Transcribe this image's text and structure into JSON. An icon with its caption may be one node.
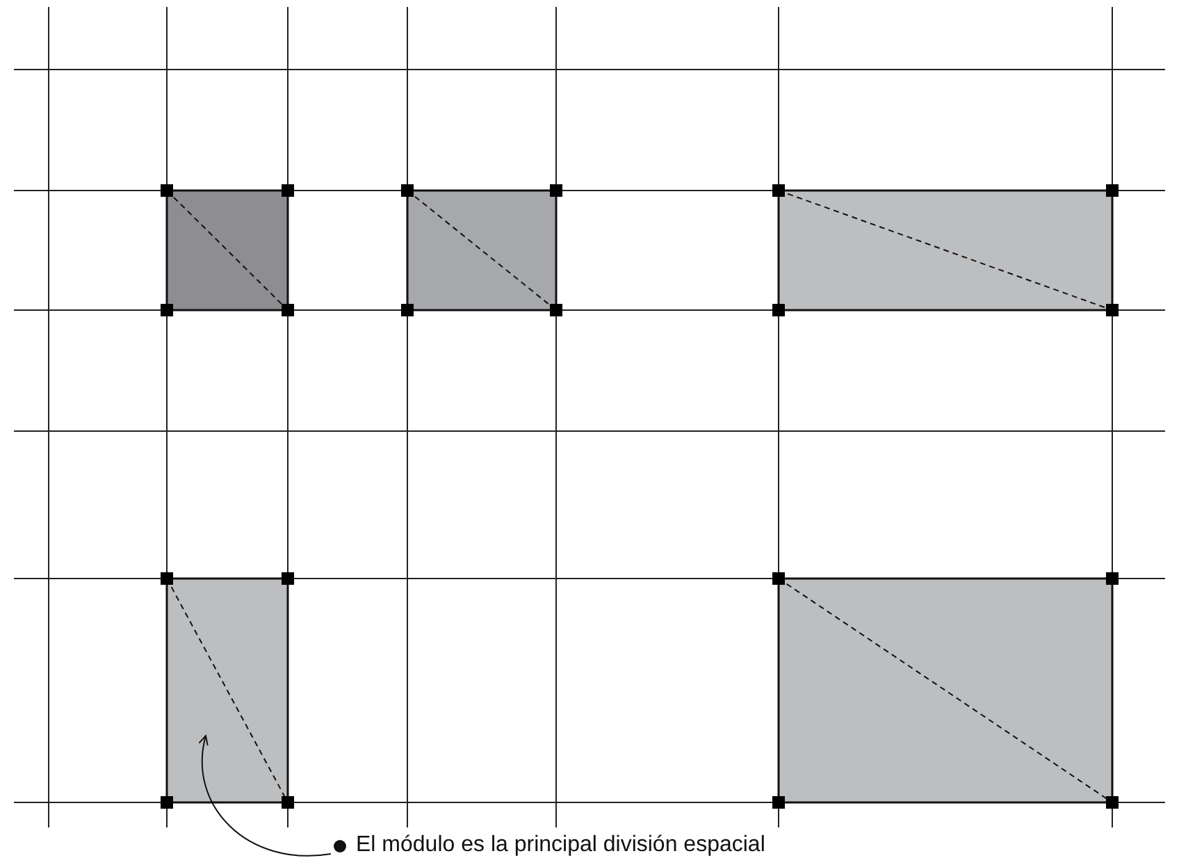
{
  "diagram": {
    "nodes": [
      {
        "text": [],
        "shape": "box"
      },
      {
        "text": [],
        "shape": "box"
      },
      {
        "text": [],
        "shape": "box"
      },
      {
        "text": [],
        "shape": "box"
      },
      {
        "text": [],
        "shape": "box"
      },
      {
        "text": [
          "El módulo es la principal división espacial"
        ]
      }
    ],
    "edges": [
      {
        "from": 5,
        "to": 3,
        "arrow": "to"
      }
    ]
  }
}
